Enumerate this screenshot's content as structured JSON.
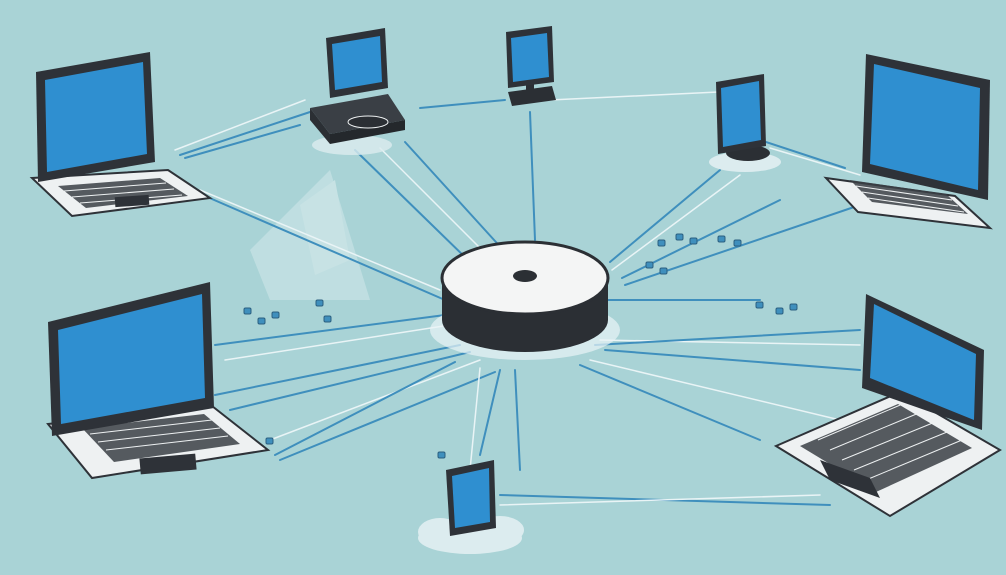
{
  "colors": {
    "background": "#a9d3d6",
    "screen": "#2f8fd0",
    "screen_dark": "#1f6ea8",
    "bezel": "#2e3238",
    "keyboard_base": "#eef1f2",
    "key": "#3a3f45",
    "cable": "#3f8fbd",
    "cable_light": "#e9f4f6",
    "hub_top": "#f4f5f5",
    "hub_side": "#2b2f34",
    "cloud": "#dcecef"
  },
  "hub": {
    "name": "central-hub",
    "icon": "hub-disc-icon"
  },
  "devices": [
    {
      "id": "laptop-top-left",
      "kind": "laptop",
      "icon": "laptop-icon"
    },
    {
      "id": "router-top",
      "kind": "router",
      "icon": "router-icon"
    },
    {
      "id": "monitor-top",
      "kind": "monitor",
      "icon": "monitor-icon"
    },
    {
      "id": "tablet-top-right",
      "kind": "tablet",
      "icon": "tablet-icon"
    },
    {
      "id": "laptop-top-right",
      "kind": "laptop",
      "icon": "laptop-icon"
    },
    {
      "id": "laptop-bottom-left",
      "kind": "laptop",
      "icon": "laptop-icon"
    },
    {
      "id": "laptop-bottom-right",
      "kind": "laptop",
      "icon": "laptop-icon"
    },
    {
      "id": "tablet-bottom",
      "kind": "tablet",
      "icon": "tablet-icon"
    }
  ]
}
